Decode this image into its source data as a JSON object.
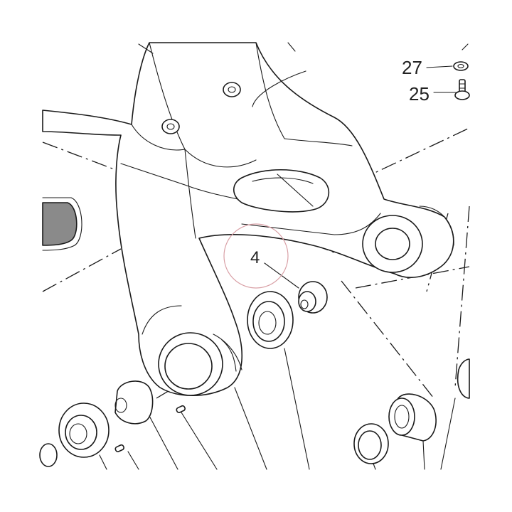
{
  "callouts": {
    "part_27": "27",
    "part_25": "25",
    "part_4": "4"
  },
  "colors": {
    "line": "#1a1a1a",
    "highlight_circle": "#d9a0a6",
    "shaded_part": "#8a8a8a",
    "background": "#ffffff"
  }
}
